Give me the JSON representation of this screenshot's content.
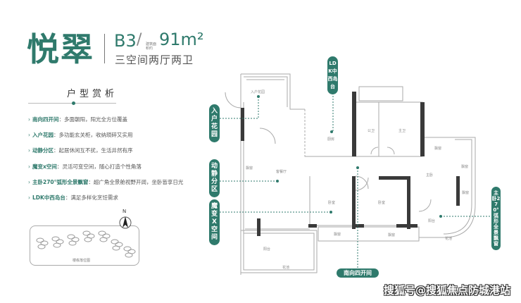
{
  "header": {
    "name": "悦翠",
    "code": "B3",
    "slash": "/",
    "area_note": "建筑面积约",
    "area": "91m²",
    "layout": "三空间两厅两卫"
  },
  "section_title": "户型赏析",
  "features": [
    {
      "key": "南向四开间",
      "desc": "：多面朝阳，阳光全方位覆盖"
    },
    {
      "key": "入户花园",
      "desc": "：多功能玄关柜，收纳琐碎又实用"
    },
    {
      "key": "动静分区",
      "desc": "：起居休闲互不扰，生活井然有序"
    },
    {
      "key": "魔变x空间",
      "desc": "：灵活可变空间，随心打造个性角落"
    },
    {
      "key": "主卧270°弧形全景飘窗",
      "desc": "：超广角全景舱视野开阔，坐卧皆享日光"
    },
    {
      "key": "LDK中西岛台",
      "desc": "：满足多样化烹饪需求"
    }
  ],
  "site_map": {
    "label": "楼栋落位图",
    "north": "N"
  },
  "callouts": {
    "ldk": "LDK中西岛台",
    "garden": "入户花园",
    "zoning": "动静分区",
    "magic": "魔变X空间",
    "south": "南向四开间",
    "master": "主卧270°弧形全景飘窗"
  },
  "rooms": {
    "garden": "入户花园",
    "kitchen": "厨房",
    "bath_public": "公卫",
    "bath_master": "主卫",
    "living": "客餐厅",
    "bay1": "飘窗",
    "bay2": "飘窗",
    "bay3": "飘窗",
    "bay4": "飘窗",
    "bay5": "飘窗",
    "bay6": "飘窗",
    "master": "主卧",
    "bed1": "卧室",
    "bed2": "卧室",
    "balcony1": "阳台",
    "balcony2": "阳台",
    "planter1": "花池",
    "planter2": "花池"
  },
  "watermark": "搜狐号@搜狐焦点防城港站",
  "colors": {
    "accent": "#2f7a6c",
    "wall": "#3a3a3a"
  }
}
